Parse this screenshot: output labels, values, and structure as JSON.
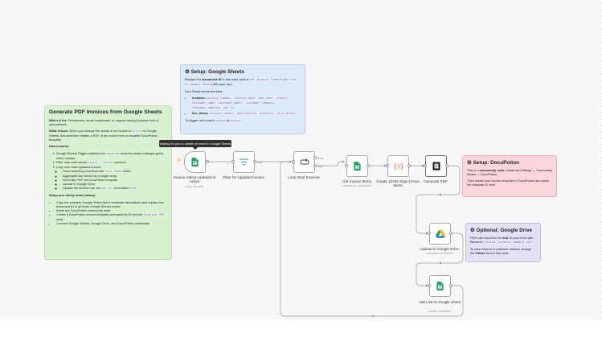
{
  "notes": {
    "main": {
      "title": "Generate PDF Invoices from Google Sheets",
      "who_label": "Who's it for:",
      "who_text": " Freelancers, small businesses, or anyone issuing invoices from a spreadsheet.",
      "what_label": "What it does:",
      "what_text_a": " When you change the status of an invoice to ",
      "what_code": "Active",
      "what_text_b": " in Google Sheets, this workflow creates a PDF of an invoice from a reusable DocuPotion template.",
      "how_label": "How it works:",
      "how_1a": "Google Sheets Trigger watches the ",
      "how_1_code": "invoices",
      "how_1b": " sheet for status changes (polls every minute)",
      "how_2a": "Filter only rows where ",
      "how_2_code": "status = Active",
      "how_2b": " proceed",
      "how_3": "Loop over each updated invoice:",
      "sub_1a": "Fetch matching rows from the ",
      "sub_1_code": "line_items",
      "sub_1b": " sheet",
      "sub_2": "Aggregate line items into a single array",
      "sub_3": "Generate PDF via DocuPotion template",
      "sub_4": "Upload to Google Drive",
      "sub_5a": "Update the invoice row: set ",
      "sub_5_code1": "pdf_url",
      "sub_5b": " and status ",
      "sub_5_code2": "Sent",
      "setup_label": "Setup (see sticky notes below):",
      "setup_1": "Copy the example Google Sheet (link in template description) and replace the document ID in all three Google Sheets nodes",
      "setup_2": "Install the DocuPotion community node",
      "setup_3a": "Create a DocuPotion invoice template and paste its ID into the ",
      "setup_3_code": "Generate PDF",
      "setup_3b": " node",
      "setup_4": "Connect Google Sheets, Google Drive, and DocuPotion credentials"
    },
    "sheets": {
      "title": "⚙ Setup: Google Sheets",
      "p1a": "Replace the ",
      "p1_bold": "document ID",
      "p1b": " in this node (and in ",
      "p1_code1": "Get Invoice Items",
      "p1c": " + ",
      "p1_code2": "Add Link to Google Sheet",
      "p1d": ") with your own.",
      "p2": "Your Sheet needs two tabs:",
      "inv_label": "invoices:",
      "inv_code": "invoice_number, invoice_date, due_date, status, customer_name, customer_email, customer_company, customer_address, pdf_url",
      "li_label": "line_items:",
      "li_code": "invoice_number, description, quantity, unit_price",
      "p3a": "To trigger: set a row's ",
      "p3_code1": "status",
      "p3b": " to ",
      "p3_code2": "Active"
    },
    "docu": {
      "title": "⚙ Setup: DocuPotion",
      "p1a": "This is a ",
      "p1_bold": "community node",
      "p1b": ". Install via Settings → Community Nodes → DocuPotion",
      "p2": "Then create your invoice template in DocuPotion and paste the template ID here."
    },
    "drive": {
      "title": "⚙ Optional: Google Drive",
      "p1a": "PDFs are saved to the ",
      "p1_bold": "root",
      "p1b": " of your Drive with filename ",
      "p1_code": "Invoice-{invoice_number}.pdf",
      "p1c": ".",
      "p2a": "To save them to a subfolder instead, change the ",
      "p2_bold": "Folder",
      "p2b": " field in this node."
    }
  },
  "tooltip": "Waiting for you to create an event in Google Sheets",
  "nodes": {
    "trigger": {
      "label": "Invoice Status Updated to Active",
      "sub": "invoiceUpdate"
    },
    "filter": {
      "label": "Filter for Updated Invoice"
    },
    "loop": {
      "label": "Loop Over Invoices"
    },
    "get_items": {
      "label": "Get Invoice Items",
      "sub": "undefined: undefined"
    },
    "json": {
      "label": "Create JSON Object From Items"
    },
    "pdf": {
      "label": "Generate PDF"
    },
    "drive": {
      "label": "Upload to Google Drive",
      "sub": "undefined: undefined"
    },
    "sheet_link": {
      "label": "Add Link to Google Sheet",
      "sub": "update: undefined"
    }
  },
  "edge_labels": {
    "done": "done",
    "loop": "loop"
  },
  "colors": {
    "canvas": "#f7f7f7",
    "sheets_green": "#23a566",
    "trigger_bolt": "#ff6d5a",
    "filter_blue": "#4a9ff5",
    "code_purple": "#7e57c2"
  },
  "icons": [
    "google-sheets-icon",
    "filter-icon",
    "loop-icon",
    "code-icon",
    "docupotion-icon",
    "google-drive-icon",
    "lightning-icon"
  ]
}
